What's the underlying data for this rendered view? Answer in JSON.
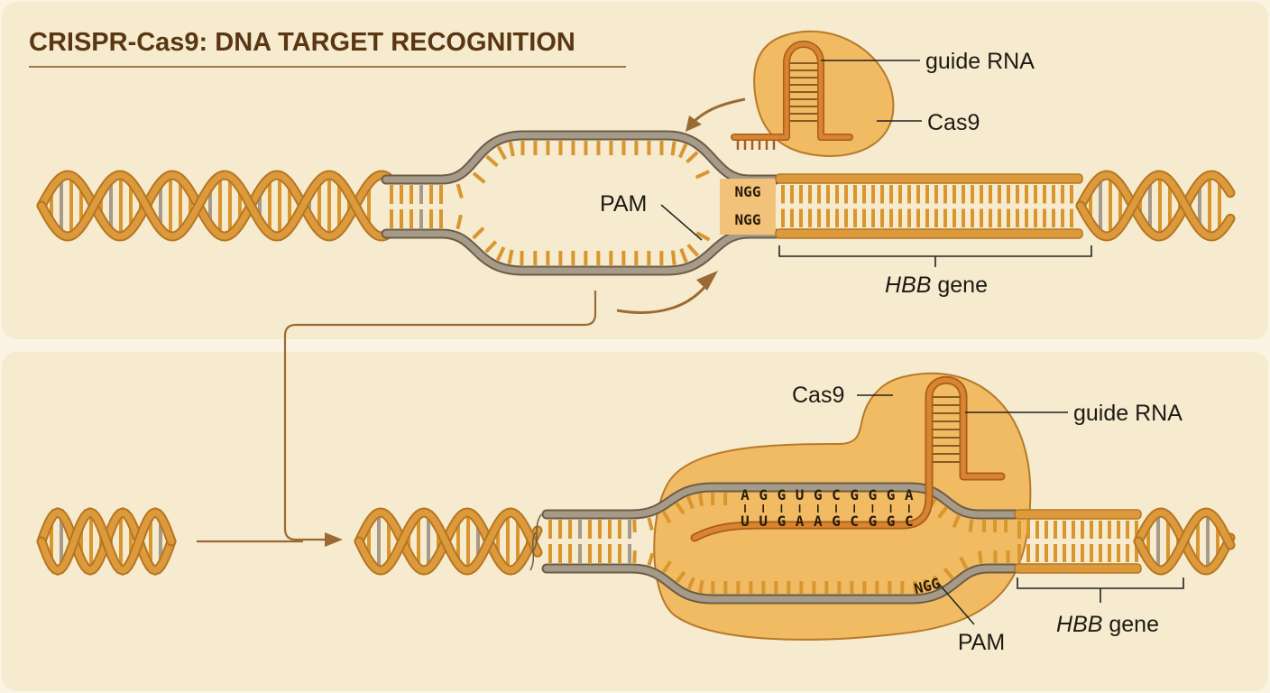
{
  "title": "CRISPR-Cas9: DNA TARGET RECOGNITION",
  "top_panel": {
    "guide_rna_label": "guide RNA",
    "cas9_label": "Cas9",
    "pam_label": "PAM",
    "pam_seq_top": "NGG",
    "pam_seq_bottom": "NGG",
    "gene_label_italic": "HBB",
    "gene_label_rest": " gene"
  },
  "bottom_panel": {
    "cas9_label": "Cas9",
    "guide_rna_label": "guide RNA",
    "pam_label": "PAM",
    "pam_seq": "NGG",
    "dna_seq": [
      "A",
      "G",
      "G",
      "U",
      "G",
      "C",
      "G",
      "G",
      "G",
      "A"
    ],
    "rna_seq": [
      "U",
      "U",
      "G",
      "A",
      "A",
      "G",
      "C",
      "G",
      "G",
      "C"
    ],
    "gene_label_italic": "HBB",
    "gene_label_rest": " gene"
  },
  "colors": {
    "background": "#fbf4e4",
    "panel": "#f6ebcf",
    "helix": "#dd9a3c",
    "helix_dark": "#b57621",
    "strand_gray": "#a69a88",
    "cas9_fill": "#f0bb63",
    "cas9_stroke": "#b8792a",
    "rna": "#cf7a28",
    "arrow": "#9b6a34",
    "text": "#1e1a14",
    "title": "#5a3712"
  }
}
